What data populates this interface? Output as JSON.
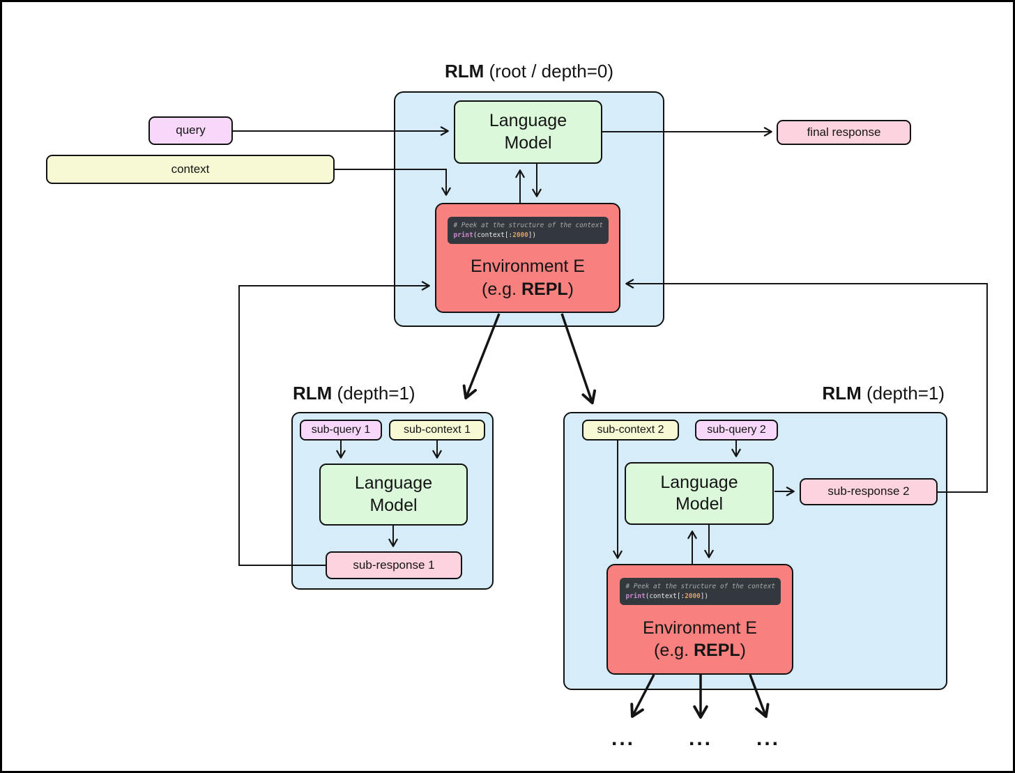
{
  "diagram": {
    "root": {
      "title": {
        "bold": "RLM",
        "rest": " (root / depth=0)"
      },
      "query_label": "query",
      "context_label": "context",
      "final_response_label": "final response",
      "language_model": {
        "line1": "Language",
        "line2": "Model"
      },
      "environment": {
        "line1": "Environment E",
        "line2_prefix": "(e.g. ",
        "line2_bold": "REPL",
        "line2_suffix": ")",
        "code_comment": "# Peek at the structure of the context",
        "code_print": "print",
        "code_open": "(context[:",
        "code_number": "2000",
        "code_close": "])"
      }
    },
    "child_left": {
      "title": {
        "bold": "RLM",
        "rest": " (depth=1)"
      },
      "sub_query_label": "sub-query 1",
      "sub_context_label": "sub-context 1",
      "language_model": {
        "line1": "Language",
        "line2": "Model"
      },
      "sub_response_label": "sub-response 1"
    },
    "child_right": {
      "title": {
        "bold": "RLM",
        "rest": " (depth=1)"
      },
      "sub_context_label": "sub-context 2",
      "sub_query_label": "sub-query 2",
      "language_model": {
        "line1": "Language",
        "line2": "Model"
      },
      "sub_response_label": "sub-response 2",
      "environment": {
        "line1": "Environment E",
        "line2_prefix": "(e.g. ",
        "line2_bold": "REPL",
        "line2_suffix": ")",
        "code_comment": "# Peek at the structure of the context",
        "code_print": "print",
        "code_open": "(context[:",
        "code_number": "2000",
        "code_close": "])"
      },
      "ellipsis": [
        "...",
        "...",
        "..."
      ]
    },
    "colors": {
      "container_blue": "#d6ecf9",
      "model_green": "#dbf8da",
      "query_violet": "#f8d8fa",
      "context_yellow": "#f7f9d4",
      "response_pink": "#fdd3df",
      "environment_red": "#f8807e",
      "code_background": "#33383e",
      "code_comment": "#a6aaad",
      "code_keyword": "#cc87cf",
      "code_number": "#dfa05e",
      "code_text": "#e9ebec",
      "line_black": "#141414"
    }
  }
}
